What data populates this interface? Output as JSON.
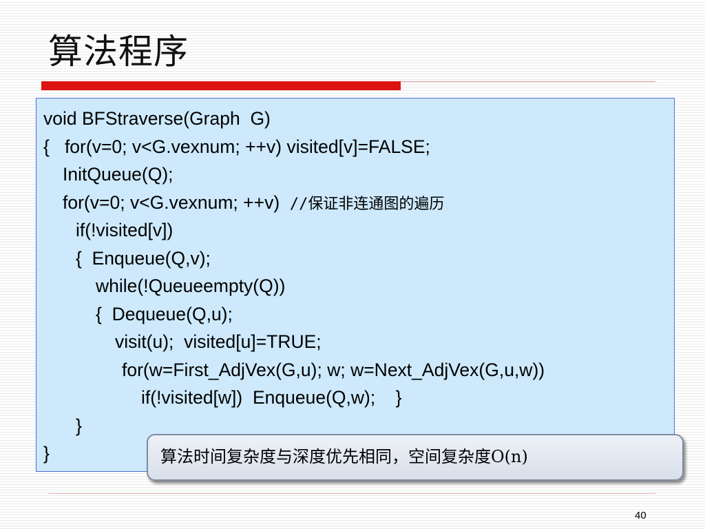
{
  "slide": {
    "title": "算法程序",
    "page_number": "40"
  },
  "code": {
    "lines": [
      {
        "text": "void BFStraverse(Graph  G)"
      },
      {
        "text": "{   for(v=0; v<G.vexnum; ++v) visited[v]=FALSE;"
      },
      {
        "text": "InitQueue(Q);"
      },
      {
        "text": "for(v=0; v<G.vexnum; ++v)  ",
        "comment": "//保证非连通图的遍历"
      },
      {
        "text": "if(!visited[v])"
      },
      {
        "text": "{  Enqueue(Q,v);"
      },
      {
        "text": "while(!Queueempty(Q))"
      },
      {
        "text": "{  Dequeue(Q,u);"
      },
      {
        "text": "visit(u);  visited[u]=TRUE;"
      },
      {
        "text": "for(w=First_AdjVex(G,u); w; w=Next_AdjVex(G,u,w))"
      },
      {
        "text": "if(!visited[w])  Enqueue(Q,w);    }"
      },
      {
        "text": "}"
      },
      {
        "text": "}"
      }
    ]
  },
  "callout": {
    "text": "算法时间复杂度与深度优先相同，空间复杂度O(n)"
  },
  "colors": {
    "accent_red": "#dd1212",
    "code_box_fill": "#cde9fb",
    "code_box_border": "#4a6ed0"
  }
}
